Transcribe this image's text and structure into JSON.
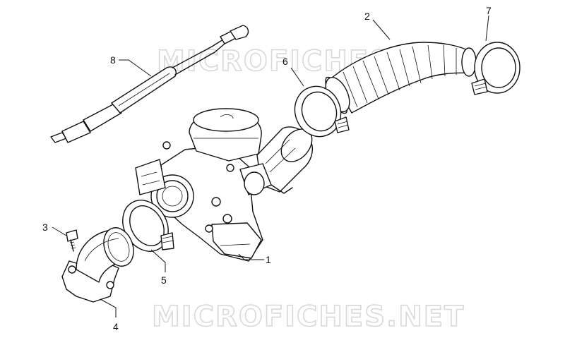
{
  "watermark": {
    "top": "MICROFICHES.NET",
    "bottom": "MICROFICHES.NET"
  },
  "callouts": [
    {
      "id": "1",
      "label": "1"
    },
    {
      "id": "2",
      "label": "2"
    },
    {
      "id": "3",
      "label": "3"
    },
    {
      "id": "4",
      "label": "4"
    },
    {
      "id": "5",
      "label": "5"
    },
    {
      "id": "6",
      "label": "6"
    },
    {
      "id": "7",
      "label": "7"
    },
    {
      "id": "8",
      "label": "8"
    }
  ]
}
